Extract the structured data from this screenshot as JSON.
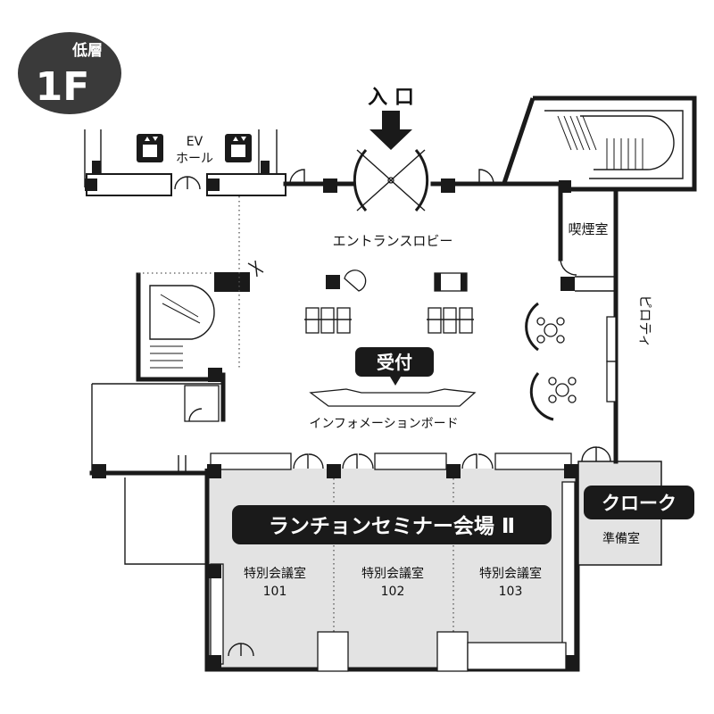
{
  "floor": {
    "badge_sub": "低層",
    "badge_main": "1F"
  },
  "entrance": {
    "label": "入 口"
  },
  "rooms": {
    "ev_hall_line1": "EV",
    "ev_hall_line2": "ホール",
    "smoking_room": "喫煙室",
    "piloti": "ピロティ",
    "entrance_lobby": "エントランスロビー",
    "reception": "受付",
    "info_board": "インフォメーションボード",
    "cloak": "クローク",
    "prep_room": "準備室"
  },
  "seminar": {
    "title": "ランチョンセミナー会場 Ⅱ",
    "rooms": [
      {
        "name": "特別会議室",
        "number": "101"
      },
      {
        "name": "特別会議室",
        "number": "102"
      },
      {
        "name": "特別会議室",
        "number": "103"
      }
    ]
  },
  "colors": {
    "badge_bg": "#3a3a3a",
    "label_bg": "#1a1a1a",
    "seminar_fill": "#e3e3e3",
    "wall": "#1a1a1a"
  }
}
